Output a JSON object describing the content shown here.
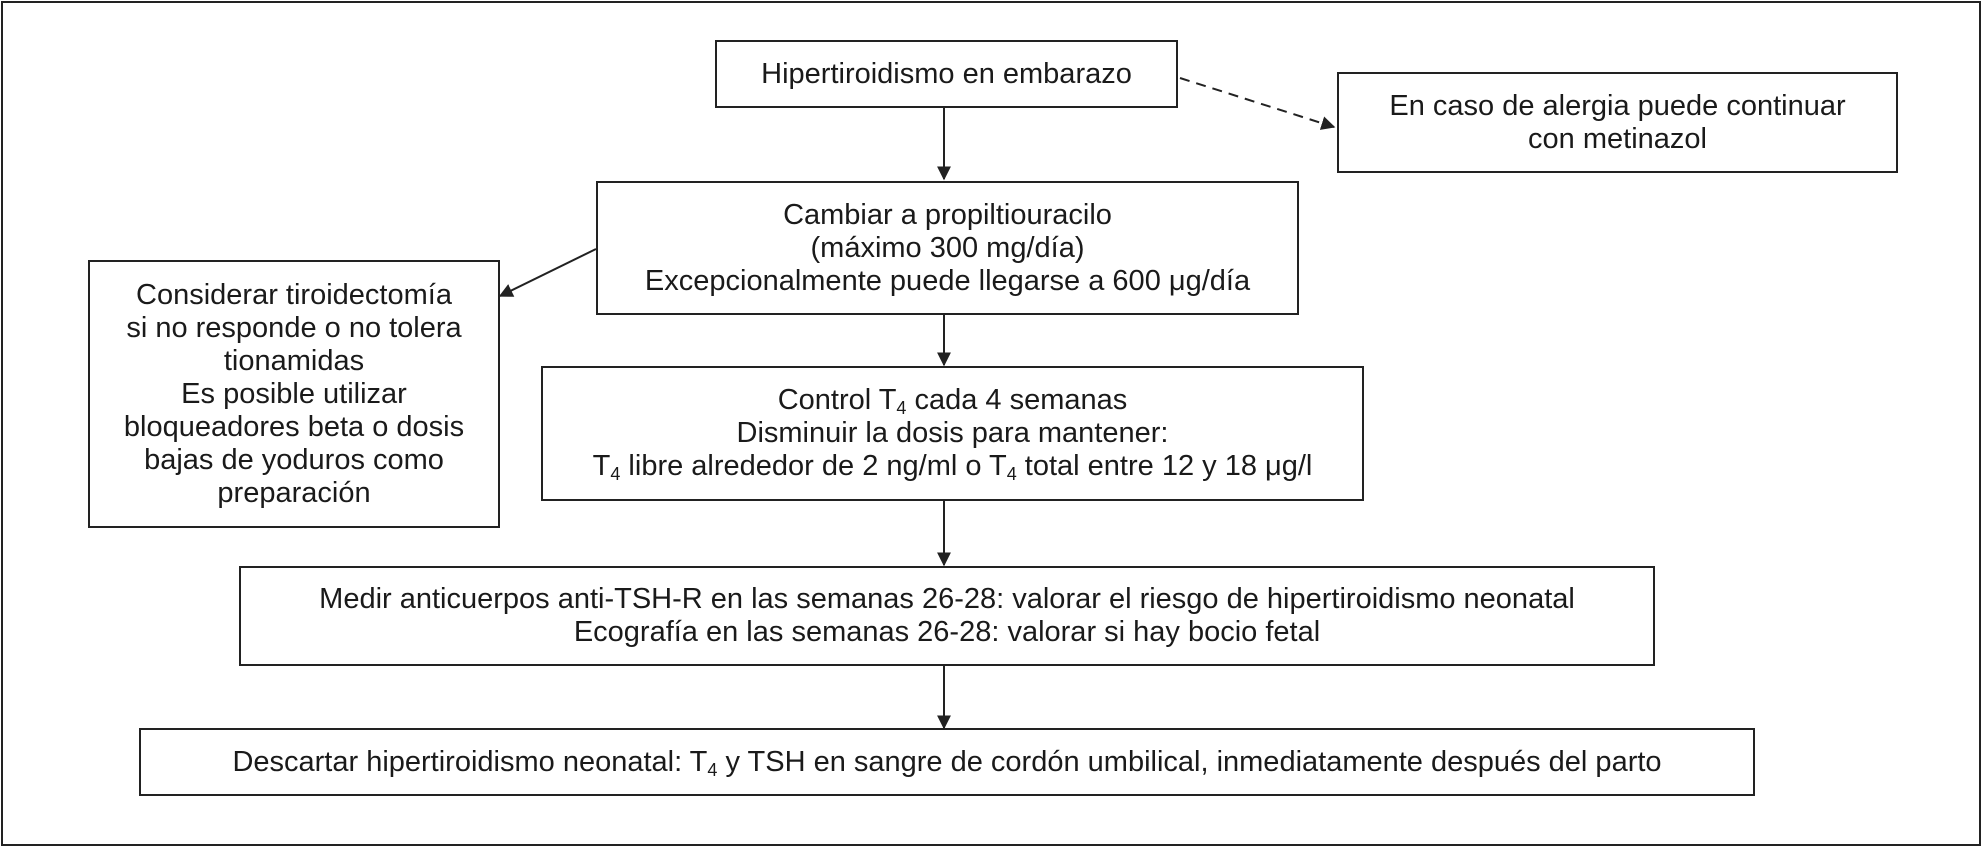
{
  "nodes": {
    "start": [
      "Hipertiroidismo en embarazo"
    ],
    "allergy": [
      "En caso de alergia puede continuar",
      "con metinazol"
    ],
    "ptu": [
      "Cambiar a propiltiouracilo",
      "(máximo 300 mg/día)",
      "Excepcionalmente puede llegarse a 600 μg/día"
    ],
    "surgery": [
      "Considerar tiroidectomía",
      "si no responde o no tolera",
      "tionamidas",
      "Es posible utilizar",
      "bloqueadores beta o dosis",
      "bajas de yoduros como",
      "preparación"
    ],
    "control": {
      "line1_pre": "Control T",
      "line1_sub": "4",
      "line1_post": " cada 4 semanas",
      "line2": "Disminuir la dosis para mantener:",
      "line3_a": "T",
      "line3_sub1": "4",
      "line3_b": " libre alrededor de 2 ng/ml o T",
      "line3_sub2": "4",
      "line3_c": " total entre 12 y 18 μg/l"
    },
    "measure": [
      "Medir anticuerpos anti-TSH-R en las semanas 26-28: valorar el riesgo de hipertiroidismo neonatal",
      "Ecografía en las semanas 26-28: valorar si hay bocio fetal"
    ],
    "discard": {
      "pre": "Descartar  hipertiroidismo neonatal: T",
      "sub": "4",
      "post": " y TSH en sangre de cordón umbilical, inmediatamente después del parto"
    }
  },
  "colors": {
    "stroke": "#222222",
    "background": "#ffffff"
  }
}
